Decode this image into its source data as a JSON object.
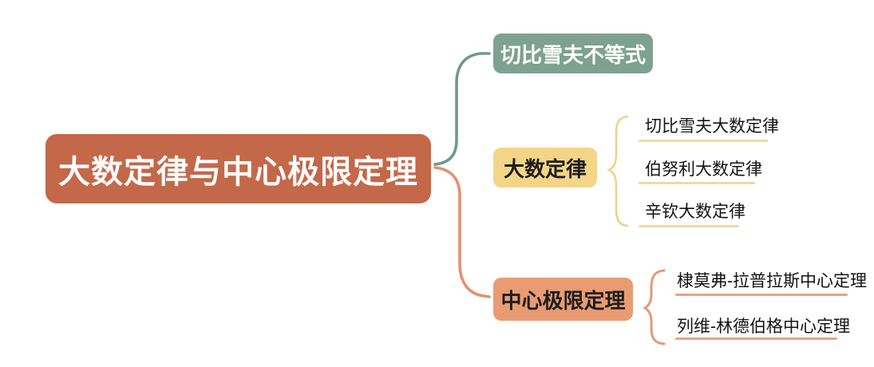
{
  "root": {
    "label": "大数定律与中心极限定理"
  },
  "branches": [
    {
      "label": "切比雪夫不等式",
      "children": []
    },
    {
      "label": "大数定律",
      "children": [
        "切比雪夫大数定律",
        "伯努利大数定律",
        "辛钦大数定律"
      ]
    },
    {
      "label": "中心极限定理",
      "children": [
        "棣莫弗-拉普拉斯中心定理",
        "列维-林德伯格中心定理"
      ]
    }
  ],
  "colors": {
    "root_fill": "#c4684a",
    "chebyshev_inequality_fill": "#7fa191",
    "lln_fill": "#f2d586",
    "clt_fill": "#e99b72",
    "green_connector": "#6e9a89",
    "salmon_connector": "#e09273",
    "yellow_connector": "#ecd28d",
    "yellow_underline": "#eed9a0",
    "salmon_underline": "#e7a387",
    "root_text": "#ffffff",
    "branch_text_dark": "#1d1d1d"
  }
}
